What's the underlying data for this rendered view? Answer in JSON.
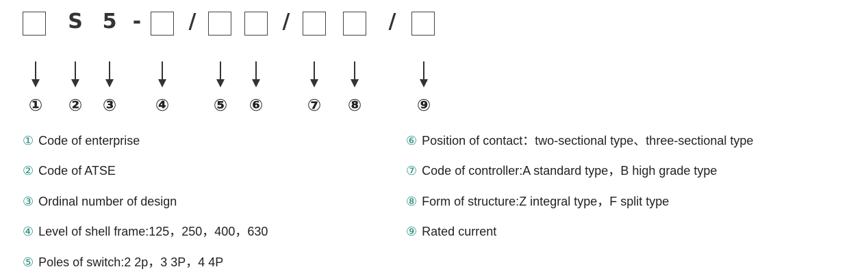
{
  "code": {
    "letters": [
      "S",
      "5",
      "-",
      "/",
      "/",
      "/"
    ]
  },
  "markers": [
    "①",
    "②",
    "③",
    "④",
    "⑤",
    "⑥",
    "⑦",
    "⑧",
    "⑨"
  ],
  "legend": [
    {
      "marker": "①",
      "text": "Code of enterprise"
    },
    {
      "marker": "②",
      "text": "Code of ATSE"
    },
    {
      "marker": "③",
      "text": "Ordinal number of design"
    },
    {
      "marker": "④",
      "text": "Level of shell frame:125，250，400，630"
    },
    {
      "marker": "⑤",
      "text": "Poles of switch:2 2p，3 3P，4 4P"
    },
    {
      "marker": "⑥",
      "text": "Position of contact：two-sectional type、three-sectional type"
    },
    {
      "marker": "⑦",
      "text": "Code of controller:A standard type，B high grade type"
    },
    {
      "marker": "⑧",
      "text": "Form of structure:Z integral type，F split type"
    },
    {
      "marker": "⑨",
      "text": "Rated current"
    }
  ],
  "colors": {
    "accent": "#1f8f7a",
    "line": "#333333"
  }
}
